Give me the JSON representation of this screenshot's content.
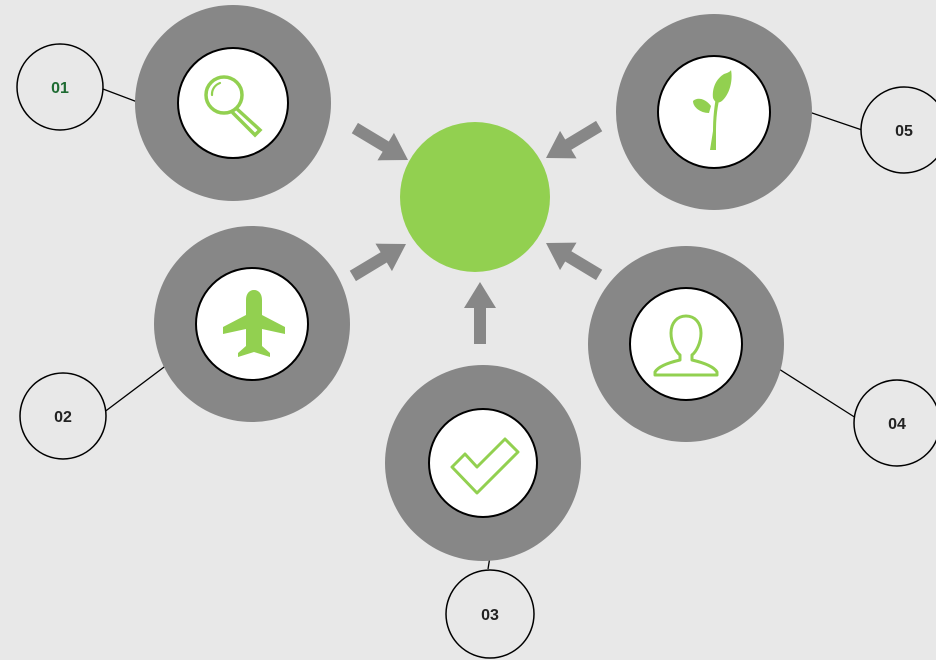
{
  "colors": {
    "background": "#e8e8e8",
    "ring": "#878787",
    "center": "#92d050",
    "icon": "#92d050",
    "arrow": "#878787",
    "line": "#000000",
    "label_text_default": "#222222",
    "label_text_highlight": "#1e6b32"
  },
  "center_node": {
    "label": ""
  },
  "nodes": [
    {
      "id": "01",
      "label": "01",
      "icon": "magnifier-icon",
      "highlight": true
    },
    {
      "id": "02",
      "label": "02",
      "icon": "airplane-icon",
      "highlight": false
    },
    {
      "id": "03",
      "label": "03",
      "icon": "checkmark-icon",
      "highlight": false
    },
    {
      "id": "04",
      "label": "04",
      "icon": "person-icon",
      "highlight": false
    },
    {
      "id": "05",
      "label": "05",
      "icon": "sprout-icon",
      "highlight": false
    }
  ]
}
